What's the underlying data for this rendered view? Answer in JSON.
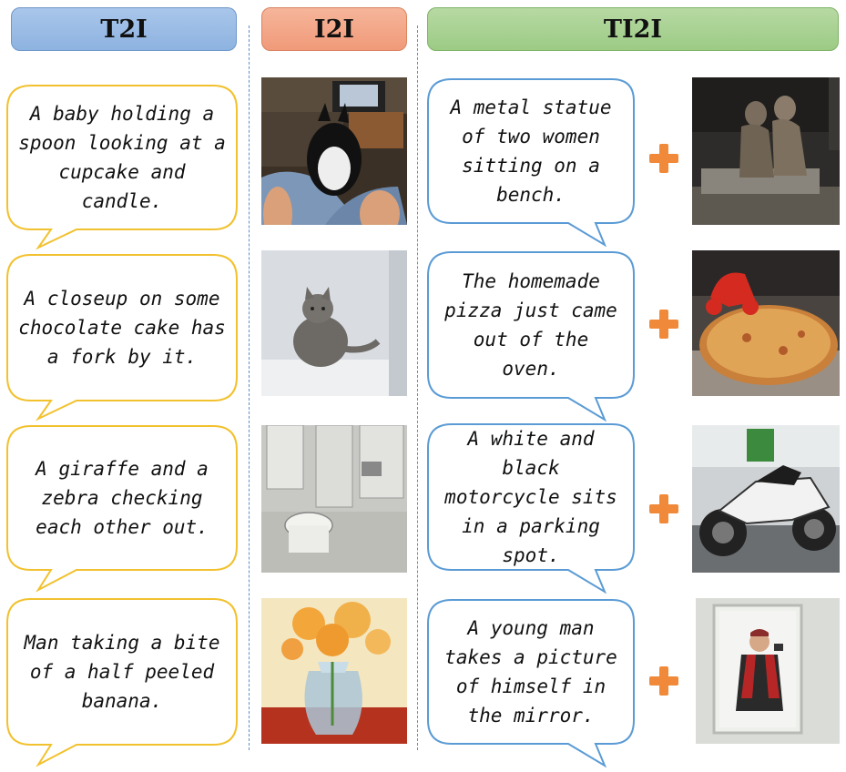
{
  "headers": {
    "t2i": "T2I",
    "i2i": "I2I",
    "ti2i": "TI2I"
  },
  "t2i_captions": [
    "A baby holding a spoon looking at a cupcake and candle.",
    "A closeup on some chocolate cake has a fork by it.",
    "A giraffe and a zebra checking each other out.",
    "Man taking a bite of a half peeled banana."
  ],
  "ti2i_captions": [
    "A metal statue of two women sitting on a bench.",
    "The homemade pizza just came out of the oven.",
    "A white and black motorcycle sits in a parking spot.",
    "A young man takes a picture of himself in the mirror."
  ],
  "colors": {
    "t2i_bubble": "#f2c12e",
    "ti2i_bubble": "#5b9bd5",
    "plus": "#f08a3a"
  },
  "icons": [
    "plus-icon"
  ]
}
